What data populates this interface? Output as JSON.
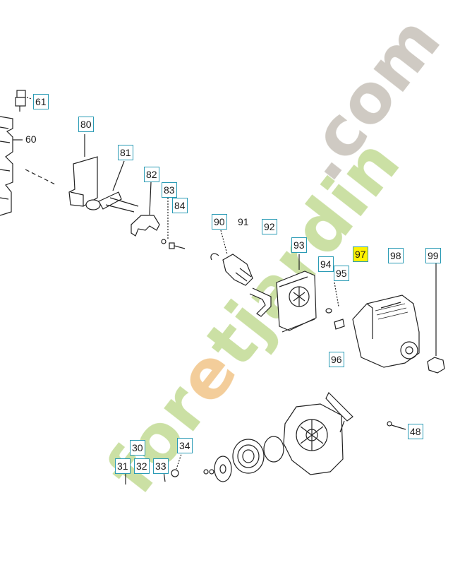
{
  "parts": [
    {
      "id": "p61",
      "num": "61",
      "style": "boxed"
    },
    {
      "id": "p60",
      "num": "60",
      "style": "plain"
    },
    {
      "id": "p80",
      "num": "80",
      "style": "boxed"
    },
    {
      "id": "p81",
      "num": "81",
      "style": "boxed"
    },
    {
      "id": "p82",
      "num": "82",
      "style": "boxed"
    },
    {
      "id": "p83",
      "num": "83",
      "style": "boxed"
    },
    {
      "id": "p84",
      "num": "84",
      "style": "boxed"
    },
    {
      "id": "p90",
      "num": "90",
      "style": "boxed"
    },
    {
      "id": "p91",
      "num": "91",
      "style": "plain"
    },
    {
      "id": "p92",
      "num": "92",
      "style": "boxed"
    },
    {
      "id": "p93",
      "num": "93",
      "style": "boxed"
    },
    {
      "id": "p94",
      "num": "94",
      "style": "boxed"
    },
    {
      "id": "p95",
      "num": "95",
      "style": "boxed"
    },
    {
      "id": "p96",
      "num": "96",
      "style": "boxed"
    },
    {
      "id": "p97",
      "num": "97",
      "style": "highlight"
    },
    {
      "id": "p98",
      "num": "98",
      "style": "boxed"
    },
    {
      "id": "p99",
      "num": "99",
      "style": "boxed"
    },
    {
      "id": "p48",
      "num": "48",
      "style": "boxed"
    },
    {
      "id": "p30",
      "num": "30",
      "style": "boxed"
    },
    {
      "id": "p31",
      "num": "31",
      "style": "boxed"
    },
    {
      "id": "p32",
      "num": "32",
      "style": "boxed"
    },
    {
      "id": "p33",
      "num": "33",
      "style": "boxed"
    },
    {
      "id": "p34",
      "num": "34",
      "style": "boxed"
    }
  ],
  "watermark": {
    "brand": "foretjardin",
    "tld": ".com",
    "colors": {
      "green": "#c9dfa0",
      "orange": "#f3cb95",
      "grey": "#cdc8c0"
    }
  },
  "colors": {
    "label_border": "#2a9bb5",
    "highlight": "#fff200",
    "ink": "#222222"
  }
}
